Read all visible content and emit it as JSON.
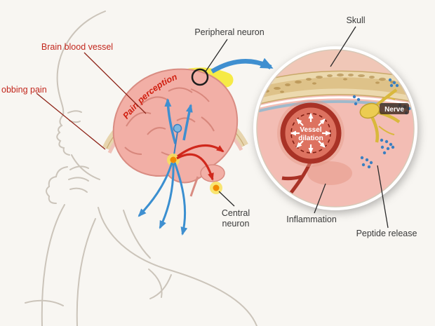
{
  "diagram": {
    "labels": {
      "skull": "Skull",
      "peripheral_neuron": "Peripheral neuron",
      "brain_blood_vessel": "Brain blood vessel",
      "throbbing_pain": "obbing pain",
      "pain_perception": "Pain perception",
      "central_neuron_line1": "Central",
      "central_neuron_line2": "neuron",
      "vessel_dilation_line1": "Vessel",
      "vessel_dilation_line2": "dilation",
      "nerve": "Nerve",
      "inflammation": "Inflammation",
      "peptide_release": "Peptide release"
    },
    "colors": {
      "label_red": "#c2261c",
      "label_dark": "#3a3a3a",
      "highlight_yellow": "#f6e93c",
      "accent_blue": "#3f8fd0",
      "vessel_red": "#a93226",
      "nerve_yellow": "#e8c84a",
      "peptide_blue": "#3a7fc1",
      "bone_beige": "#ecd9ae",
      "tissue_pink": "#f3bdb4"
    }
  }
}
